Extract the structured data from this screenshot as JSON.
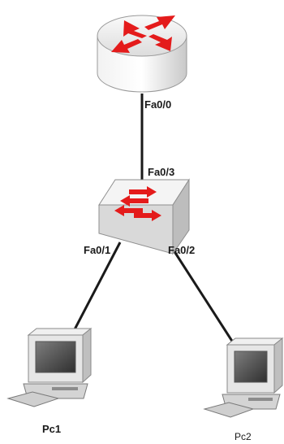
{
  "router": {
    "port_label": "Fa0/0"
  },
  "switch": {
    "uplink_label": "Fa0/3",
    "port1_label": "Fa0/1",
    "port2_label": "Fa0/2"
  },
  "hosts": [
    {
      "name": "Pc1"
    },
    {
      "name": "Pc2"
    }
  ],
  "colors": {
    "arrow": "#e41b1b",
    "link": "#1a1a1a",
    "device_body": "#e8e8e8",
    "device_shadow": "#b7b7b7"
  }
}
